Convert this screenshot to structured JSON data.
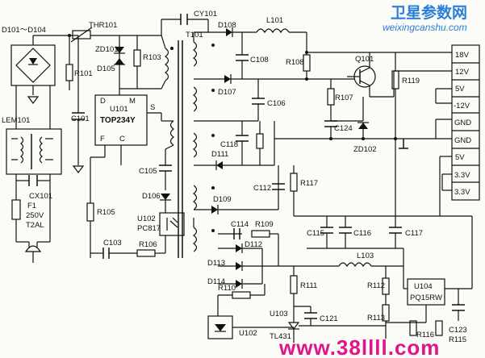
{
  "watermark": {
    "site_cn": "卫星参数网",
    "site_url": "weixingcanshu.com",
    "bottom_url": "www.38llll.com"
  },
  "labels": {
    "d101": "D101～D104",
    "thr101": "THR101",
    "cy101": "CY101",
    "l101": "L101",
    "d108": "D108",
    "t101": "T101",
    "zd101": "ZD101",
    "r103": "R103",
    "d105": "D105",
    "r101": "R101",
    "lem101": "LEM101",
    "c101": "C101",
    "u101": "U101",
    "top234y": "TOP234Y",
    "pin_d": "D",
    "pin_m": "M",
    "pin_f": "F",
    "pin_c": "C",
    "pin_s": "S",
    "c108": "C108",
    "d107": "D107",
    "r108": "R108",
    "c106": "C106",
    "q101": "Q101",
    "r119": "R119",
    "r107": "R107",
    "c124": "C124",
    "c118": "C118",
    "d111": "D111",
    "zd102": "ZD102",
    "cx101": "CX101",
    "f1": "F1",
    "f1_rating": "250V",
    "f1_type": "T2AL",
    "c105": "C105",
    "r117": "R117",
    "c112": "C112",
    "d109": "D109",
    "d106": "D106",
    "r105": "R105",
    "u102": "U102",
    "pc817": "PC817",
    "c114": "C114",
    "r109": "R109",
    "d112": "D112",
    "c115": "C115",
    "c116": "C116",
    "c117": "C117",
    "c103": "C103",
    "r106": "R106",
    "d113": "D113",
    "l103": "L103",
    "d114": "D114",
    "r111": "R111",
    "r112": "R112",
    "u104": "U104",
    "pq15rw": "PQ15RW",
    "r110": "R110",
    "u103": "U103",
    "tl431": "TL431",
    "c121": "C121",
    "r113": "R113",
    "u102b": "U102",
    "r116": "R116",
    "c123": "C123",
    "r115": "R115"
  },
  "outputs": [
    "18V",
    "12V",
    "5V",
    "-12V",
    "GND",
    "GND",
    "5V",
    "3.3V",
    "3.3V"
  ]
}
